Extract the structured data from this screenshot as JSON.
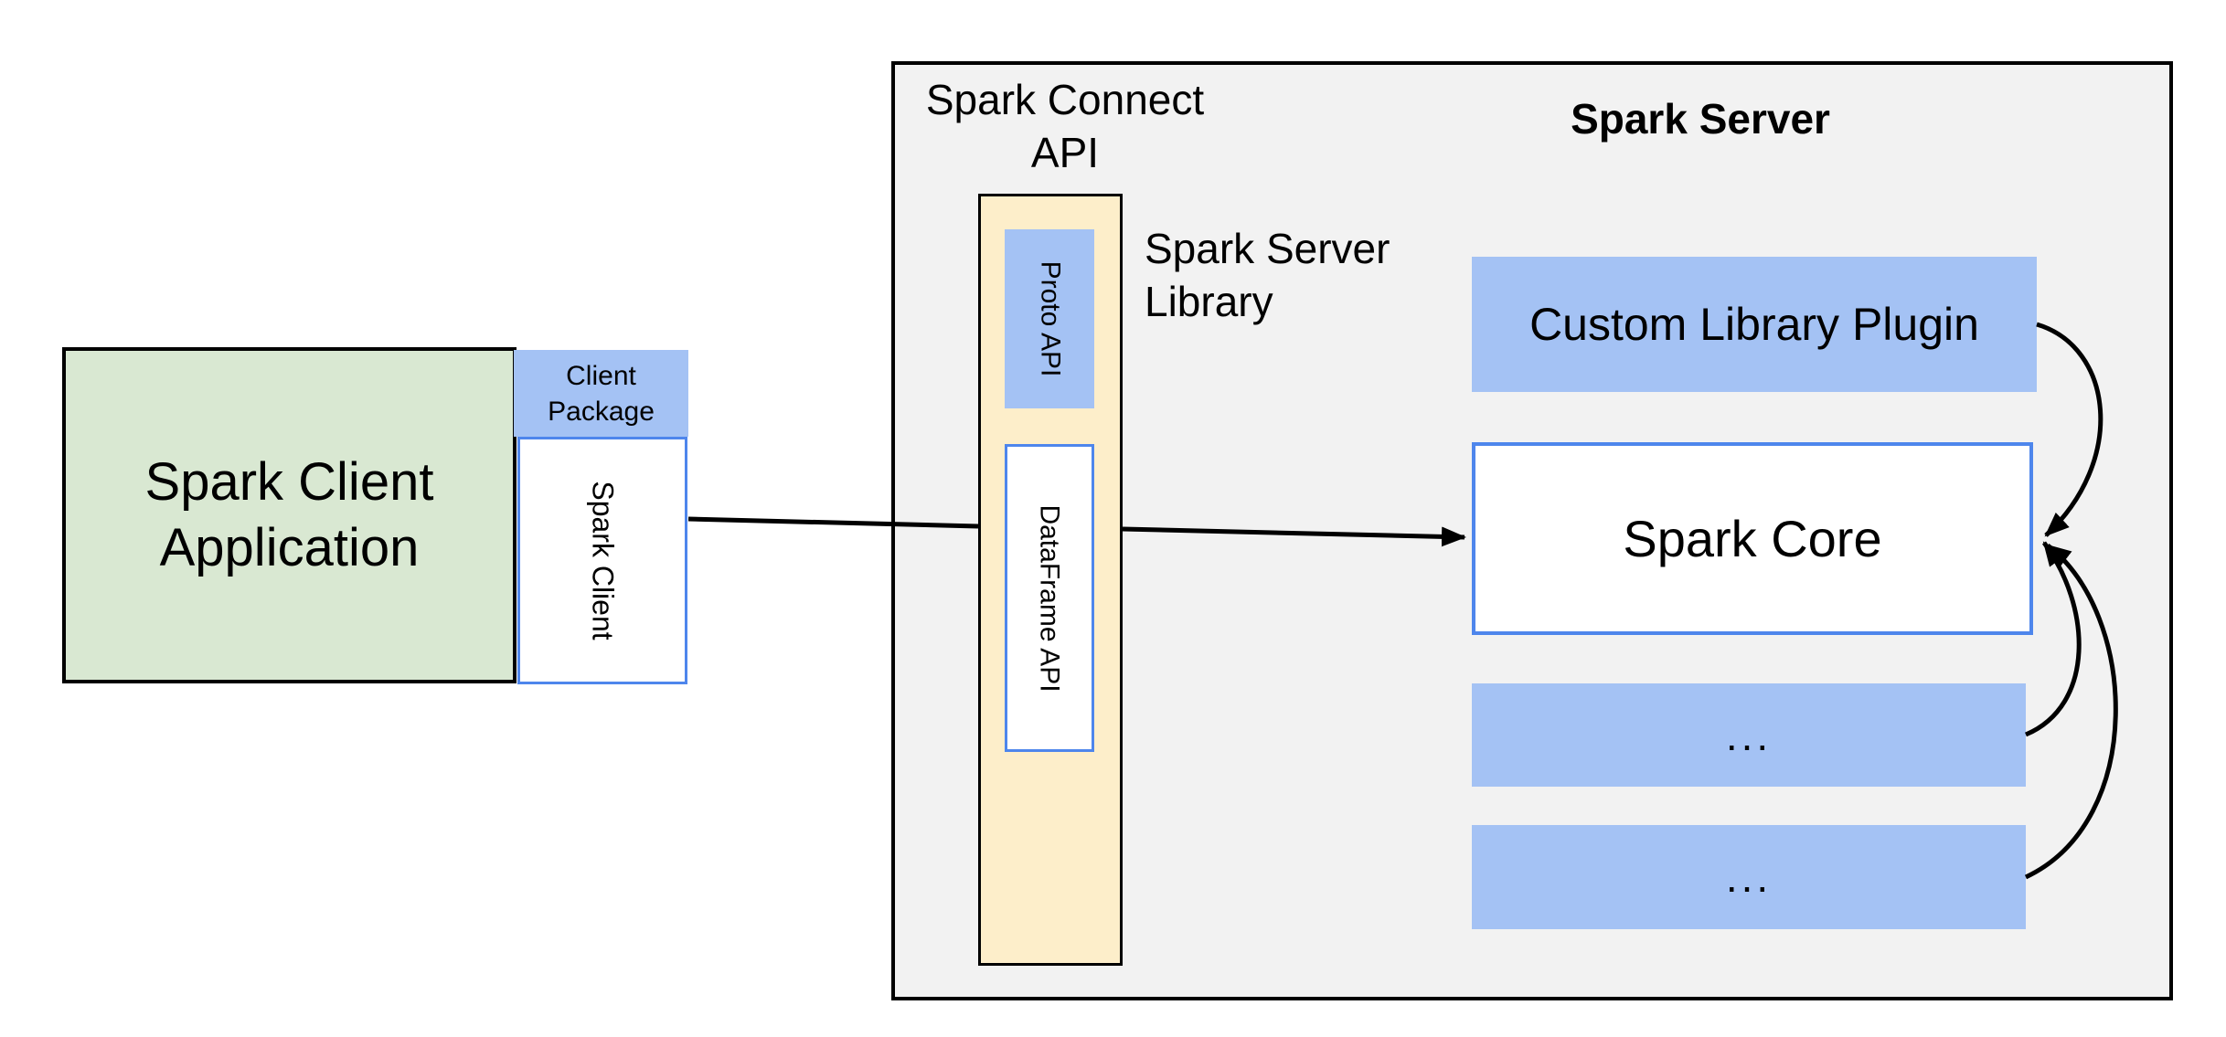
{
  "colors": {
    "client_app_fill": "#d9e8d2",
    "package_and_plugin_fill": "#a4c2f4",
    "connect_api_fill": "#fdeeca",
    "server_container_fill": "#f2f2f2",
    "blue_border": "#4e86ec",
    "line_and_border_black": "#000000"
  },
  "client": {
    "app_lines": [
      "Spark Client",
      "Application"
    ],
    "package_lines": [
      "Client",
      "Package"
    ],
    "spark_client_label": "Spark Client"
  },
  "connect": {
    "header_lines": [
      "Spark Connect",
      "API"
    ],
    "proto_api_label": "Proto API",
    "dataframe_api_label": "DataFrame API",
    "library_lines": [
      "Spark Server",
      "Library"
    ]
  },
  "server": {
    "title": "Spark Server",
    "plugin_label": "Custom Library Plugin",
    "core_label": "Spark Core",
    "ellipsis_box_1": "...",
    "ellipsis_box_2": "..."
  }
}
